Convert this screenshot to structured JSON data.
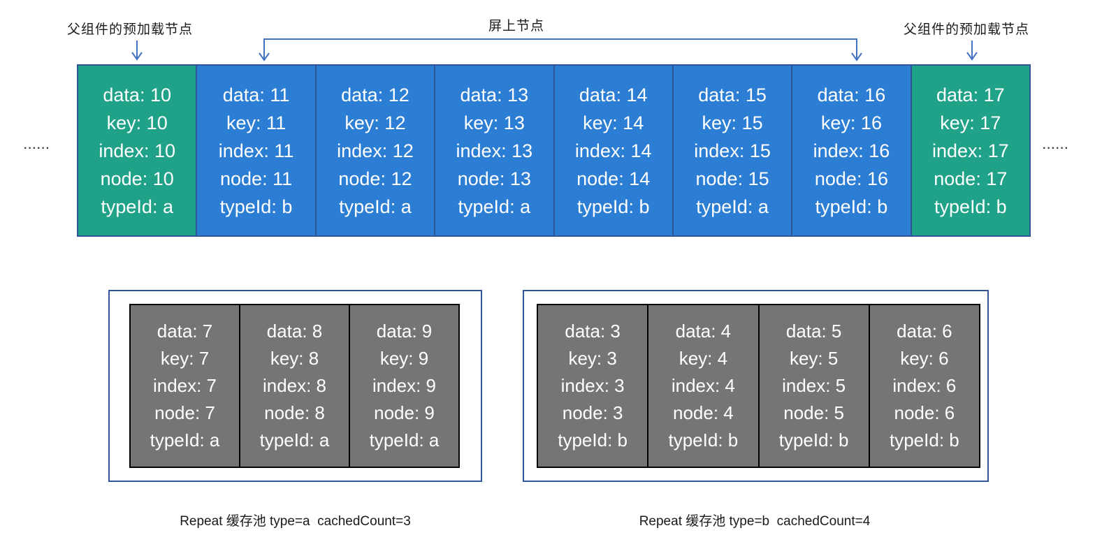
{
  "annotations": {
    "left_preload_label": "父组件的预加载节点",
    "onscreen_label": "屏上节点",
    "right_preload_label": "父组件的预加载节点",
    "ellipsis": "······"
  },
  "node_row": {
    "cards": [
      {
        "kind": "preload",
        "lines": [
          "data: 10",
          "key: 10",
          "index: 10",
          "node: 10",
          "typeId: a"
        ]
      },
      {
        "kind": "onscreen",
        "lines": [
          "data: 11",
          "key: 11",
          "index: 11",
          "node: 11",
          "typeId: b"
        ]
      },
      {
        "kind": "onscreen",
        "lines": [
          "data: 12",
          "key: 12",
          "index: 12",
          "node: 12",
          "typeId: a"
        ]
      },
      {
        "kind": "onscreen",
        "lines": [
          "data: 13",
          "key: 13",
          "index: 13",
          "node: 13",
          "typeId: a"
        ]
      },
      {
        "kind": "onscreen",
        "lines": [
          "data: 14",
          "key: 14",
          "index: 14",
          "node: 14",
          "typeId: b"
        ]
      },
      {
        "kind": "onscreen",
        "lines": [
          "data: 15",
          "key: 15",
          "index: 15",
          "node: 15",
          "typeId: a"
        ]
      },
      {
        "kind": "onscreen",
        "lines": [
          "data: 16",
          "key: 16",
          "index: 16",
          "node: 16",
          "typeId: b"
        ]
      },
      {
        "kind": "preload",
        "lines": [
          "data: 17",
          "key: 17",
          "index: 17",
          "node: 17",
          "typeId: b"
        ]
      }
    ]
  },
  "pools": [
    {
      "caption": "Repeat 缓存池 type=a  cachedCount=3",
      "cards": [
        {
          "lines": [
            "data: 7",
            "key: 7",
            "index: 7",
            "node: 7",
            "typeId: a"
          ]
        },
        {
          "lines": [
            "data: 8",
            "key: 8",
            "index: 8",
            "node: 8",
            "typeId: a"
          ]
        },
        {
          "lines": [
            "data: 9",
            "key: 9",
            "index: 9",
            "node: 9",
            "typeId: a"
          ]
        }
      ]
    },
    {
      "caption": "Repeat 缓存池 type=b  cachedCount=4",
      "cards": [
        {
          "lines": [
            "data: 3",
            "key: 3",
            "index: 3",
            "node: 3",
            "typeId: b"
          ]
        },
        {
          "lines": [
            "data: 4",
            "key: 4",
            "index: 4",
            "node: 4",
            "typeId: b"
          ]
        },
        {
          "lines": [
            "data: 5",
            "key: 5",
            "index: 5",
            "node: 5",
            "typeId: b"
          ]
        },
        {
          "lines": [
            "data: 6",
            "key: 6",
            "index: 6",
            "node: 6",
            "typeId: b"
          ]
        }
      ]
    }
  ],
  "colors": {
    "preload_green": "#1FA287",
    "onscreen_blue": "#2C7ED4",
    "row_border_navy": "#2F5597",
    "arrow_blue": "#4472C4",
    "cache_gray": "#757575",
    "cache_border_black": "#000000",
    "text_black": "#1a1a1a",
    "card_text_white": "#ffffff"
  }
}
